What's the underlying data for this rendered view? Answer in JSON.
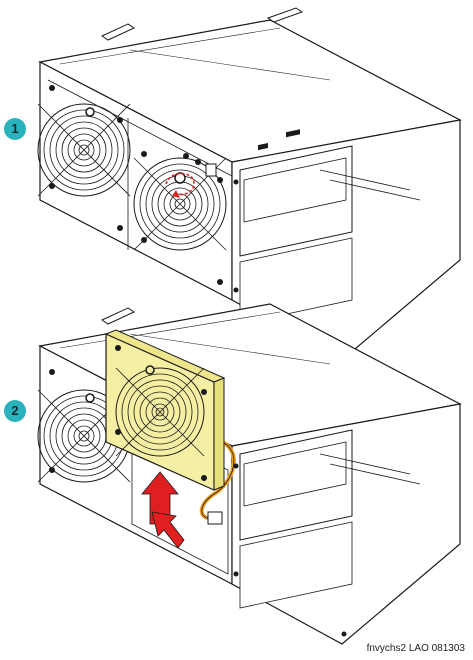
{
  "steps": [
    {
      "number": "1"
    },
    {
      "number": "2"
    }
  ],
  "caption": "fnvychs2 LAO 081303",
  "colors": {
    "line": "#1a1a1a",
    "badge": "#2bb3bd",
    "fan_highlight": "#f5efa3",
    "arrow": "#e02020",
    "cable": "#f0a020"
  }
}
